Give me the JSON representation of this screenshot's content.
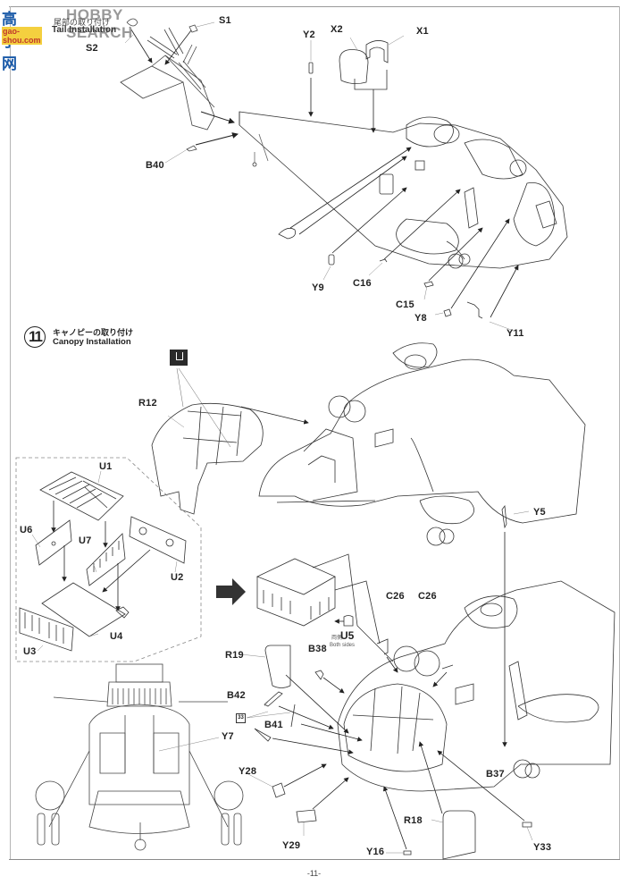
{
  "watermark": {
    "chinese_text": "高手网",
    "brand_text": "HOBBY SEARCH",
    "url_text": "gao-shou.com"
  },
  "previous_step": {
    "title_jp": "尾部の取り付け",
    "title_en": "Tail Installation"
  },
  "step": {
    "number": "11",
    "title_jp": "キャノピーの取り付け",
    "title_en": "Canopy Installation"
  },
  "tail_section": {
    "part_labels": [
      "S1",
      "S2",
      "Y2",
      "X2",
      "X1",
      "B40",
      "Y9",
      "C16",
      "C15",
      "Y8",
      "Y11"
    ]
  },
  "canopy_section": {
    "cement_icon": "cement-icon",
    "part_labels": [
      "R12"
    ]
  },
  "subassembly": {
    "part_labels": [
      "U1",
      "U6",
      "U7",
      "U2",
      "U3",
      "U4"
    ]
  },
  "final_assembly": {
    "part_labels": [
      "Y5",
      "C26",
      "C26",
      "R19",
      "B38",
      "B42",
      "B41",
      "Y7",
      "Y28",
      "Y29",
      "Y16",
      "R18",
      "B37",
      "Y33"
    ],
    "u5": {
      "label": "U5",
      "note_jp": "両側",
      "note_en": "Both sides"
    },
    "decal_badge": "33"
  },
  "page_number": "-11-"
}
